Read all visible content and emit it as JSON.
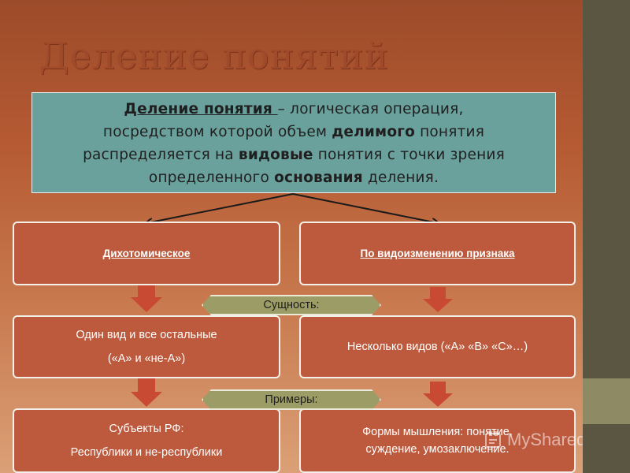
{
  "title": "Деление понятий",
  "definition": {
    "term": "Деление понятия ",
    "line1_rest": "– логическая операция,",
    "line2_a": "посредством которой объем ",
    "line2_b": "делимого",
    "line2_c": " понятия",
    "line3_a": "распределяется на ",
    "line3_b": "видовые",
    "line3_c": " понятия с точки зрения",
    "line4_a": "определенного ",
    "line4_b": "основания",
    "line4_c": " деления."
  },
  "columns": {
    "left": {
      "header": "Дихотомическое",
      "essence_line1": "Один вид и все остальные",
      "essence_line2": "(«А» и «не-А»)",
      "example_line1": "Субъекты РФ:",
      "example_line2": "Республики и не-республики"
    },
    "right": {
      "header": "По видоизменению признака",
      "essence": "Несколько видов («А» «В» «С»…)",
      "example_line1": "Формы мышления: понятие,",
      "example_line2": "суждение, умозаключение."
    }
  },
  "labels": {
    "essence": "Сущность:",
    "examples": "Примеры:"
  },
  "watermark": {
    "icon": "myshared-logo-icon",
    "text": "MyShared"
  },
  "colors": {
    "box": "#bd5a3d",
    "definition_bg": "#6aa19c",
    "pill": "#9c9c66",
    "arrow_fill": "#c84a33"
  }
}
